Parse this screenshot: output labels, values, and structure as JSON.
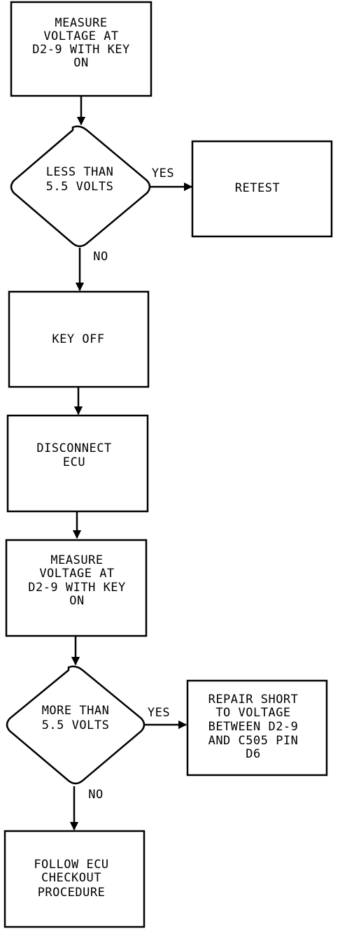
{
  "nodes": {
    "measure_voltage_1": [
      "MEASURE",
      "VOLTAGE AT",
      "D2-9 WITH KEY",
      "ON"
    ],
    "less_than_5_5": [
      "LESS THAN",
      "5.5 VOLTS"
    ],
    "retest": [
      "RETEST"
    ],
    "key_off": [
      "KEY OFF"
    ],
    "disconnect_ecu": [
      "DISCONNECT",
      "ECU"
    ],
    "measure_voltage_2": [
      "MEASURE",
      "VOLTAGE AT",
      "D2-9 WITH KEY",
      "ON"
    ],
    "more_than_5_5": [
      "MORE THAN",
      "5.5 VOLTS"
    ],
    "repair_short": [
      "REPAIR SHORT",
      "TO VOLTAGE",
      "BETWEEN D2-9",
      "AND C505 PIN",
      "D6"
    ],
    "follow_ecu": [
      "FOLLOW ECU",
      "CHECKOUT",
      "PROCEDURE"
    ]
  },
  "edge_labels": {
    "less_yes": "YES",
    "less_no": "NO",
    "more_yes": "YES",
    "more_no": "NO"
  }
}
